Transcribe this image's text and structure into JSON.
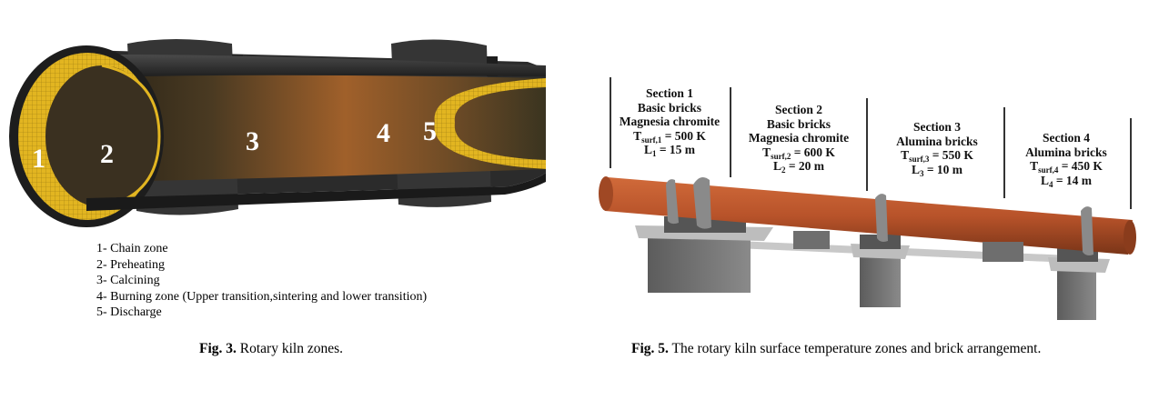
{
  "figure3": {
    "zone_numbers": [
      "1",
      "2",
      "3",
      "4",
      "5"
    ],
    "legend": [
      "1- Chain zone",
      "2- Preheating",
      "3- Calcining",
      "4- Burning zone (Upper transition,sintering and lower transition)",
      "5- Discharge"
    ],
    "caption_label": "Fig. 3.",
    "caption_text": "Rotary kiln zones."
  },
  "figure5": {
    "sections": [
      {
        "title": "Section 1",
        "brick": "Basic bricks",
        "material": "Magnesia chromite",
        "temp_label": "T",
        "temp_sub": "surf,1",
        "temp_value": " = 500 K",
        "length_label": "L",
        "length_sub": "1",
        "length_value": " = 15 m"
      },
      {
        "title": "Section 2",
        "brick": "Basic bricks",
        "material": "Magnesia chromite",
        "temp_label": "T",
        "temp_sub": "surf,2",
        "temp_value": " = 600 K",
        "length_label": "L",
        "length_sub": "2",
        "length_value": " = 20 m"
      },
      {
        "title": "Section 3",
        "brick": "Alumina bricks",
        "material": "",
        "temp_label": "T",
        "temp_sub": "surf,3",
        "temp_value": " = 550 K",
        "length_label": "L",
        "length_sub": "3",
        "length_value": " = 10 m"
      },
      {
        "title": "Section 4",
        "brick": "Alumina bricks",
        "material": "",
        "temp_label": "T",
        "temp_sub": "surf,4",
        "temp_value": " = 450 K",
        "length_label": "L",
        "length_sub": "4",
        "length_value": " = 14 m"
      }
    ],
    "caption_label": "Fig. 5.",
    "caption_text": "The rotary kiln surface temperature zones and brick arrangement."
  },
  "colors": {
    "shell_dark": "#2b2b2b",
    "refractory_yellow": "#e0b21e",
    "kiln_rust": "#b8532a",
    "support_gray": "#6f6f6f"
  }
}
